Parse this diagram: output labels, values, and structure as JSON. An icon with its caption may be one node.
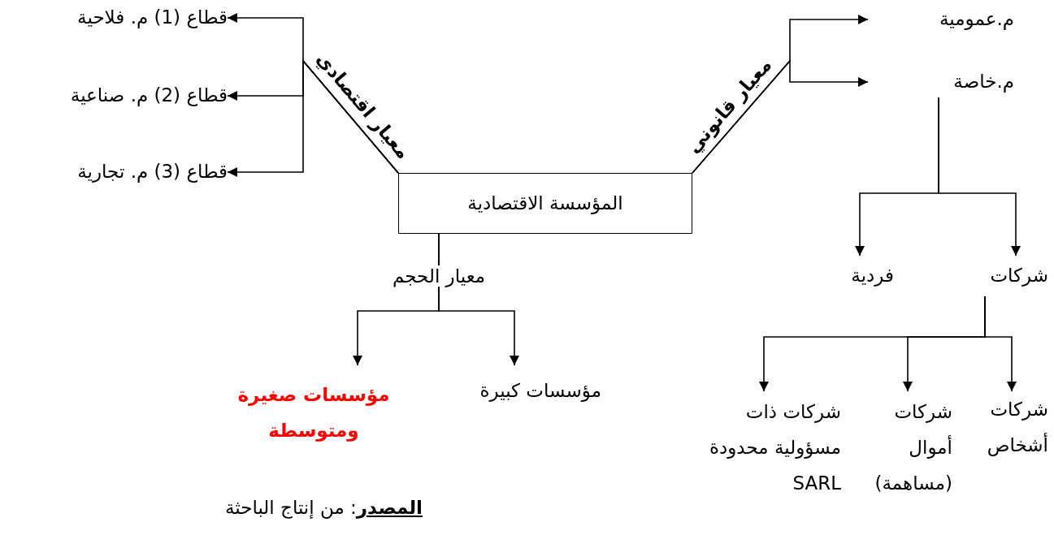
{
  "diagram": {
    "caption": "**المصدر**: من إنتاج الباحثة",
    "nodes": [
      {
        "text": [
          "المؤسسة الاقتصادية"
        ]
      },
      {
        "text": [
          "قطاع (1) م. فلاحية"
        ]
      },
      {
        "text": [
          "قطاع (2) م. صناعية"
        ]
      },
      {
        "text": [
          "قطاع (3) م. تجارية"
        ]
      },
      {
        "text": [
          "م.عمومية"
        ]
      },
      {
        "text": [
          "م.خاصة"
        ]
      },
      {
        "text": [
          "شركات"
        ]
      },
      {
        "text": [
          "فردية"
        ]
      },
      {
        "text": [
          "شركات أشخاص"
        ]
      },
      {
        "text": [
          "شركات أموال (مساهمة)"
        ]
      },
      {
        "text": [
          "شركات ذات مسؤولية محدودة SARL"
        ]
      },
      {
        "text": [
          "مؤسسات كبيرة"
        ]
      },
      {
        "text": [
          "مؤسسات صغيرة ومتوسطة"
        ]
      }
    ],
    "edges": [
      {
        "from": 0,
        "to": 1,
        "arrow": "to",
        "label": "معيار اقتصادي"
      },
      {
        "from": 0,
        "to": 2,
        "arrow": "to"
      },
      {
        "from": 0,
        "to": 3,
        "arrow": "to"
      },
      {
        "from": 0,
        "to": 4,
        "arrow": "to",
        "label": "معيار قانوني"
      },
      {
        "from": 0,
        "to": 5,
        "arrow": "to"
      },
      {
        "from": 5,
        "to": 6,
        "arrow": "to"
      },
      {
        "from": 5,
        "to": 7,
        "arrow": "to"
      },
      {
        "from": 6,
        "to": 8,
        "arrow": "to"
      },
      {
        "from": 6,
        "to": 9,
        "arrow": "to"
      },
      {
        "from": 6,
        "to": 10,
        "arrow": "to"
      },
      {
        "from": 0,
        "to": 11,
        "arrow": "to",
        "label": "معيار الحجم"
      },
      {
        "from": 0,
        "to": 12,
        "arrow": "to"
      }
    ]
  }
}
